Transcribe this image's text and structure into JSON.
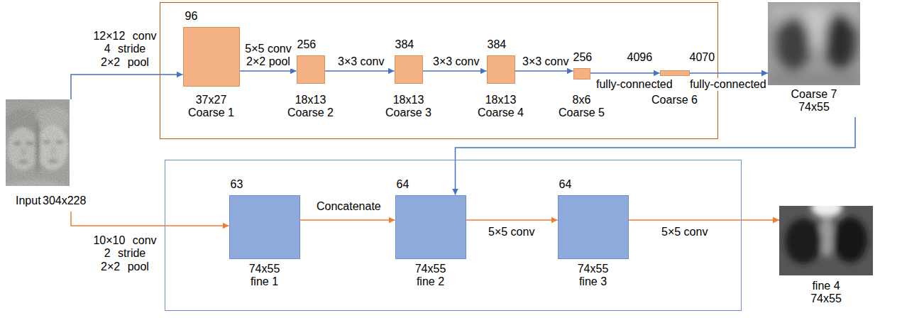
{
  "diagram": {
    "nodes": [
      {
        "text": [
          "Input",
          "304x228"
        ]
      },
      {},
      {
        "text": [
          "96",
          "37x27 Coarse 1"
        ],
        "in": 1
      },
      {
        "text": [
          "256",
          "18x13 Coarse 2"
        ],
        "in": 1
      },
      {
        "text": [
          "384",
          "18x13 Coarse 3"
        ],
        "in": 1
      },
      {
        "text": [
          "384",
          "18x13 Coarse 4"
        ],
        "in": 1
      },
      {
        "text": [
          "256",
          "8x6 Coarse 5"
        ],
        "in": 1
      },
      {
        "text": [
          "4096",
          "4070",
          "Coarse 6"
        ],
        "in": 1
      },
      {
        "text": [
          "Coarse 7 74x55"
        ]
      },
      {},
      {
        "text": [
          "63",
          "74x55 fine 1"
        ],
        "in": 9
      },
      {
        "text": [
          "64",
          "74x55 fine 2"
        ],
        "in": 9
      },
      {
        "text": [
          "64",
          "74x55 fine 3"
        ],
        "in": 9
      },
      {
        "text": [
          "fine 4 74x55"
        ]
      }
    ],
    "edges": [
      {
        "from": 0,
        "to": 2,
        "arrow": "to",
        "label": "12×12 conv 4 stride 2×2 pool"
      },
      {
        "from": 2,
        "to": 3,
        "arrow": "to",
        "label": "5×5 conv 2×2 pool"
      },
      {
        "from": 3,
        "to": 4,
        "arrow": "to",
        "label": "3×3 conv"
      },
      {
        "from": 4,
        "to": 5,
        "arrow": "to",
        "label": "3×3 conv"
      },
      {
        "from": 5,
        "to": 6,
        "arrow": "to",
        "label": "3×3 conv"
      },
      {
        "from": 6,
        "to": 7,
        "arrow": "to",
        "label": "fully-connected"
      },
      {
        "from": 7,
        "to": 8,
        "arrow": "to",
        "label": "fully-connected"
      },
      {
        "from": 8,
        "to": 11,
        "arrow": "to"
      },
      {
        "from": 0,
        "to": 10,
        "arrow": "to",
        "label": "10×10 conv 2 stride 2×2 pool"
      },
      {
        "from": 10,
        "to": 11,
        "arrow": "to",
        "label": "Concatenate"
      },
      {
        "from": 11,
        "to": 12,
        "arrow": "to",
        "label": "5×5 conv"
      },
      {
        "from": 12,
        "to": 13,
        "arrow": "to",
        "label": "5×5 conv"
      }
    ]
  }
}
